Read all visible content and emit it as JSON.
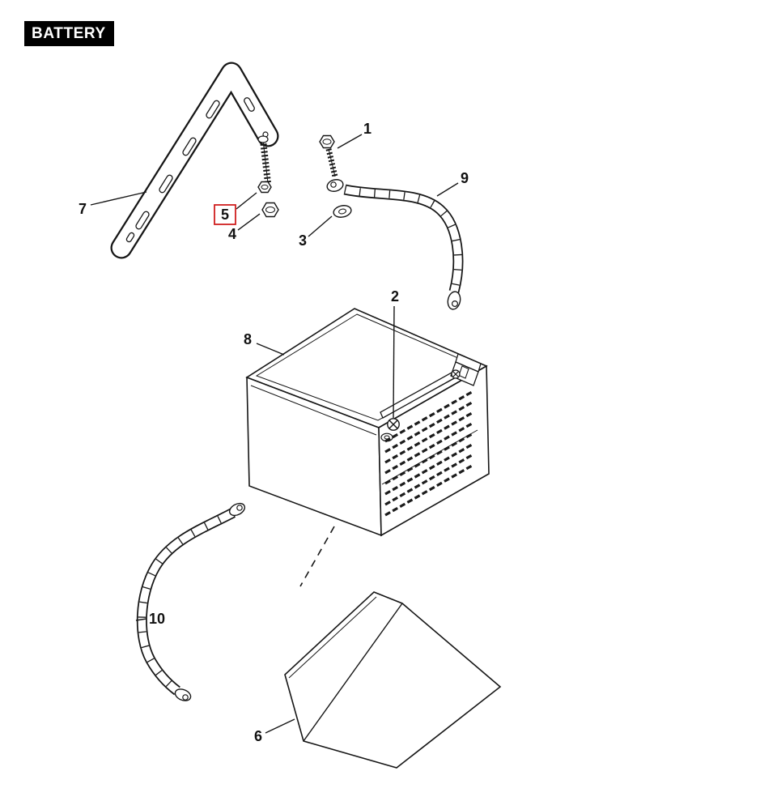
{
  "title": "BATTERY",
  "highlight_color": "#cf1f1f",
  "callouts": [
    {
      "label": "1"
    },
    {
      "label": "2"
    },
    {
      "label": "3"
    },
    {
      "label": "4"
    },
    {
      "label": "5"
    },
    {
      "label": "6"
    },
    {
      "label": "7"
    },
    {
      "label": "8"
    },
    {
      "label": "9"
    },
    {
      "label": "10"
    }
  ]
}
